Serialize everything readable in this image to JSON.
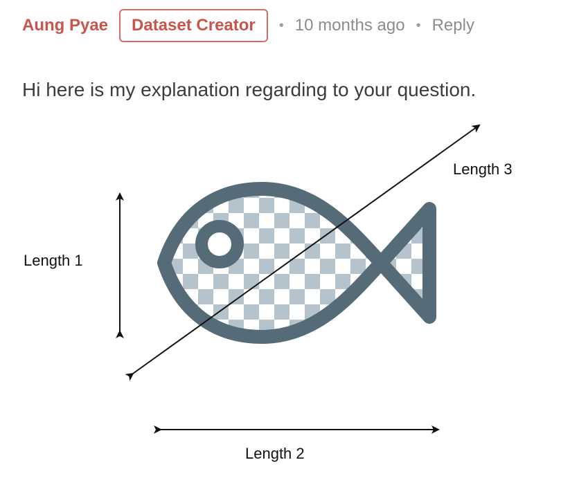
{
  "comment": {
    "author": "Aung Pyae",
    "badge": "Dataset Creator",
    "separator": "•",
    "timestamp": "10 months ago",
    "reply_label": "Reply",
    "body": "Hi here is my explanation regarding to your question."
  },
  "diagram": {
    "labels": {
      "length1": "Length 1",
      "length2": "Length 2",
      "length3": "Length 3"
    },
    "fish_icon": "fish-icon",
    "colors": {
      "fish_stroke": "#556b78",
      "checker": "#b5c3cc",
      "arrows": "#111111",
      "accent": "#c8544c"
    }
  }
}
